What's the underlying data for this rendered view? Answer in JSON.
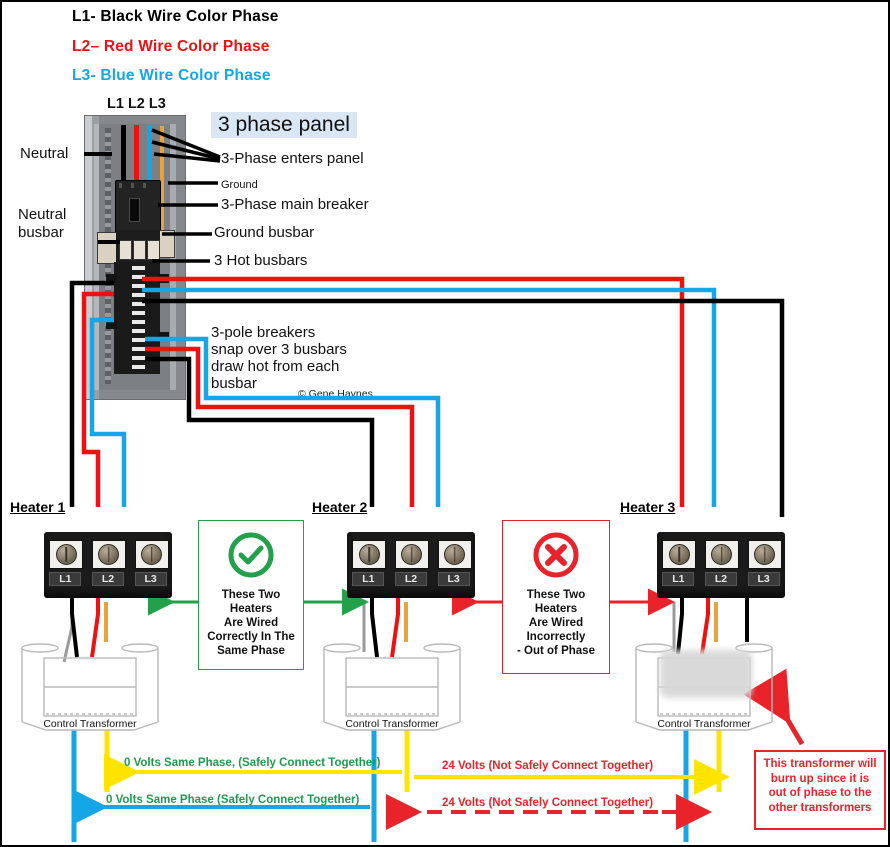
{
  "legend": [
    {
      "text": "L1- Black Wire Color Phase",
      "color": "#000000"
    },
    {
      "text": "L2– Red Wire Color Phase",
      "color": "#ee1111"
    },
    {
      "text": "L3- Blue Wire Color Phase",
      "color": "#15a6e8"
    }
  ],
  "panel": {
    "title": "3 phase panel",
    "phase_header": "L1 L2  L3",
    "left_labels": {
      "neutral": "Neutral",
      "neutral_busbar_1": "Neutral",
      "neutral_busbar_2": "busbar"
    },
    "right_labels": [
      {
        "text": "3-Phase enters panel",
        "size": "large"
      },
      {
        "text": "Ground",
        "size": "small"
      },
      {
        "text": "3-Phase main breaker",
        "size": "large"
      },
      {
        "text": "Ground busbar",
        "size": "large"
      },
      {
        "text": "3 Hot busbars",
        "size": "large"
      }
    ],
    "breaker_note": [
      "3-pole breakers",
      "snap over 3 busbars",
      "draw hot from each",
      "busbar"
    ],
    "copyright": "© Gene Haynes"
  },
  "heaters": [
    {
      "name": "Heater 1",
      "terminals": [
        "L1",
        "L2",
        "L3"
      ],
      "wire_colors": [
        "#000000",
        "#ee1111",
        "#15a6e8"
      ]
    },
    {
      "name": "Heater 2",
      "terminals": [
        "L1",
        "L2",
        "L3"
      ],
      "wire_colors": [
        "#000000",
        "#ee1111",
        "#15a6e8"
      ]
    },
    {
      "name": "Heater 3",
      "terminals": [
        "L1",
        "L2",
        "L3"
      ],
      "wire_colors": [
        "#ee1111",
        "#15a6e8",
        "#000000"
      ]
    }
  ],
  "transformers": [
    {
      "label": "Control Transformer",
      "damaged": false
    },
    {
      "label": "Control Transformer",
      "damaged": false
    },
    {
      "label": "Control Transformer",
      "damaged": true
    }
  ],
  "callouts": {
    "ok": {
      "icon": "check-circle-icon",
      "color": "#22a04a",
      "lines": [
        "These Two Heaters",
        "Are Wired",
        "Correctly In The",
        "Same Phase"
      ]
    },
    "bad": {
      "icon": "x-circle-icon",
      "color": "#e8232a",
      "lines": [
        "These Two Heaters",
        "Are Wired",
        "Incorrectly",
        "- Out of Phase"
      ]
    }
  },
  "warning": {
    "lines": [
      "This transformer will",
      "burn up since it is",
      "out of phase to  the",
      "other transformers"
    ],
    "color": "#e8232a"
  },
  "measurements": [
    {
      "row": "yellow",
      "side": "left",
      "text": "0 Volts Same Phase, (Safely Connect Together)",
      "color": "#1f9b4e"
    },
    {
      "row": "yellow",
      "side": "right",
      "text": "24 Volts (Not Safely Connect Together)",
      "color": "#e8232a"
    },
    {
      "row": "blue",
      "side": "left",
      "text": "0 Volts Same Phase (Safely Connect Together)",
      "color": "#1f9b4e"
    },
    {
      "row": "blue",
      "side": "right",
      "text": "24 Volts (Not Safely Connect Together)",
      "color": "#e8232a"
    }
  ],
  "colors": {
    "black": "#000000",
    "red": "#ee1111",
    "blue": "#15a6e8",
    "yellow": "#ffe400",
    "green": "#1f9b4e",
    "orange": "#e8a33d",
    "panel_body": "#8d9094",
    "panel_dark": "#6f7276"
  }
}
